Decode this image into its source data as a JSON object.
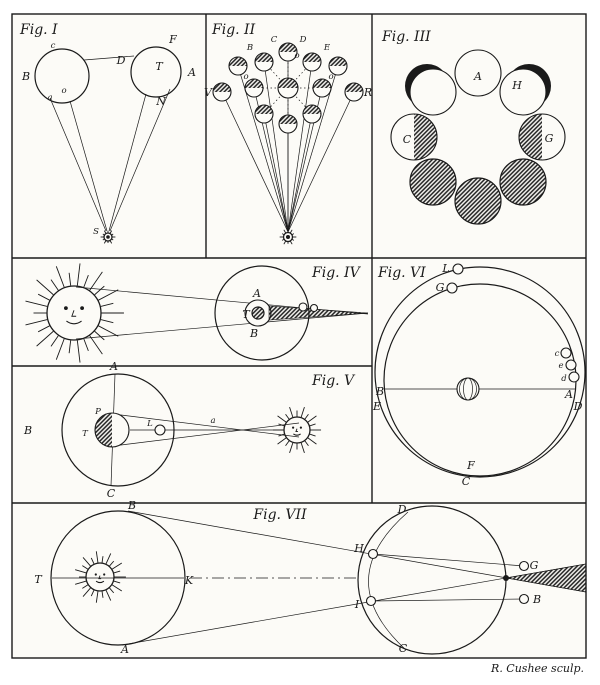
{
  "plate": {
    "signature": "R. Cushee sculp.",
    "paper_color": "#fcfbf7",
    "ink_color": "#1a1a1a"
  },
  "fig1": {
    "title": "Fig. I",
    "labels": {
      "B": "B",
      "c": "c",
      "D": "D",
      "F": "F",
      "T": "T",
      "A": "A",
      "N": "N",
      "o": "o",
      "a": "a",
      "S": "S"
    }
  },
  "fig2": {
    "title": "Fig. II",
    "labels": {
      "B": "B",
      "C": "C",
      "D": "D",
      "E": "E",
      "V": "V",
      "R": "R",
      "o": "o"
    }
  },
  "fig3": {
    "title": "Fig. III",
    "labels": {
      "A": "A",
      "H": "H",
      "G": "G",
      "C": "C"
    }
  },
  "fig4": {
    "title": "Fig. IV",
    "labels": {
      "A": "A",
      "T": "T",
      "B": "B"
    }
  },
  "fig5": {
    "title": "Fig. V",
    "labels": {
      "A": "A",
      "B": "B",
      "C": "C",
      "P": "P",
      "T": "T",
      "L": "L",
      "a": "a"
    }
  },
  "fig6": {
    "title": "Fig. VI",
    "labels": {
      "L": "L",
      "G": "G",
      "B": "B",
      "E": "E",
      "A": "A",
      "D": "D",
      "F": "F",
      "C": "C",
      "c": "c",
      "e": "e",
      "d": "d"
    }
  },
  "fig7": {
    "title": "Fig. VII",
    "labels": {
      "B": "B",
      "A": "A",
      "T": "T",
      "K": "K",
      "D": "D",
      "C": "C",
      "H": "H",
      "I": "I",
      "G": "G"
    }
  }
}
